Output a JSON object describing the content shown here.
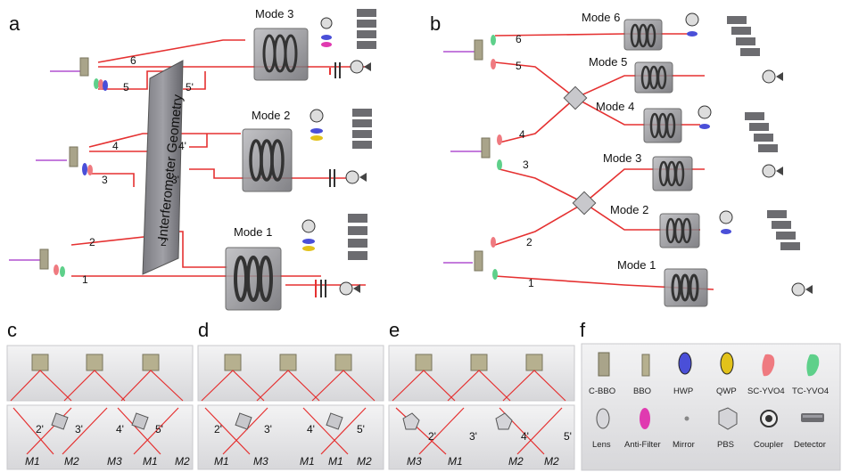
{
  "panels": {
    "a": {
      "letter": "a",
      "modes": [
        "Mode 3",
        "Mode 2",
        "Mode 1"
      ],
      "ports": [
        "6",
        "5",
        "5'",
        "4",
        "4'",
        "3",
        "3'",
        "2",
        "2'",
        "1"
      ],
      "box_label": "Interferometer Geometry"
    },
    "b": {
      "letter": "b",
      "modes": [
        "Mode 6",
        "Mode 5",
        "Mode 4",
        "Mode 3",
        "Mode 2",
        "Mode 1"
      ],
      "ports": [
        "6",
        "5",
        "4",
        "3",
        "2",
        "1"
      ]
    },
    "c": {
      "letter": "c",
      "ports": [
        "2'",
        "3'",
        "4'",
        "5'"
      ],
      "mirrors": [
        "M1",
        "M2",
        "M3",
        "M1",
        "M2"
      ]
    },
    "d": {
      "letter": "d",
      "ports": [
        "2'",
        "3'",
        "4'",
        "5'"
      ],
      "mirrors": [
        "M1",
        "M3",
        "M1",
        "M1",
        "M2"
      ]
    },
    "e": {
      "letter": "e",
      "ports": [
        "2'",
        "3'",
        "4'",
        "5'"
      ],
      "mirrors": [
        "M3",
        "M1",
        "M2",
        "M2"
      ]
    },
    "f": {
      "letter": "f"
    }
  },
  "legend": {
    "row1": [
      "C-BBO",
      "BBO",
      "HWP",
      "QWP",
      "SC-YVO4",
      "TC-YVO4"
    ],
    "row2": [
      "Lens",
      "Anti-Filter",
      "Mirror",
      "PBS",
      "Coupler",
      "Detector"
    ]
  },
  "colors": {
    "beam": "#e53131",
    "pump": "#b050d0",
    "hwp": "#4a4fd8",
    "qwp": "#e2c21a",
    "sc_yvo4": "#ef7a80",
    "tc_yvo4": "#5ed08a",
    "antifilter": "#e03ab0"
  }
}
